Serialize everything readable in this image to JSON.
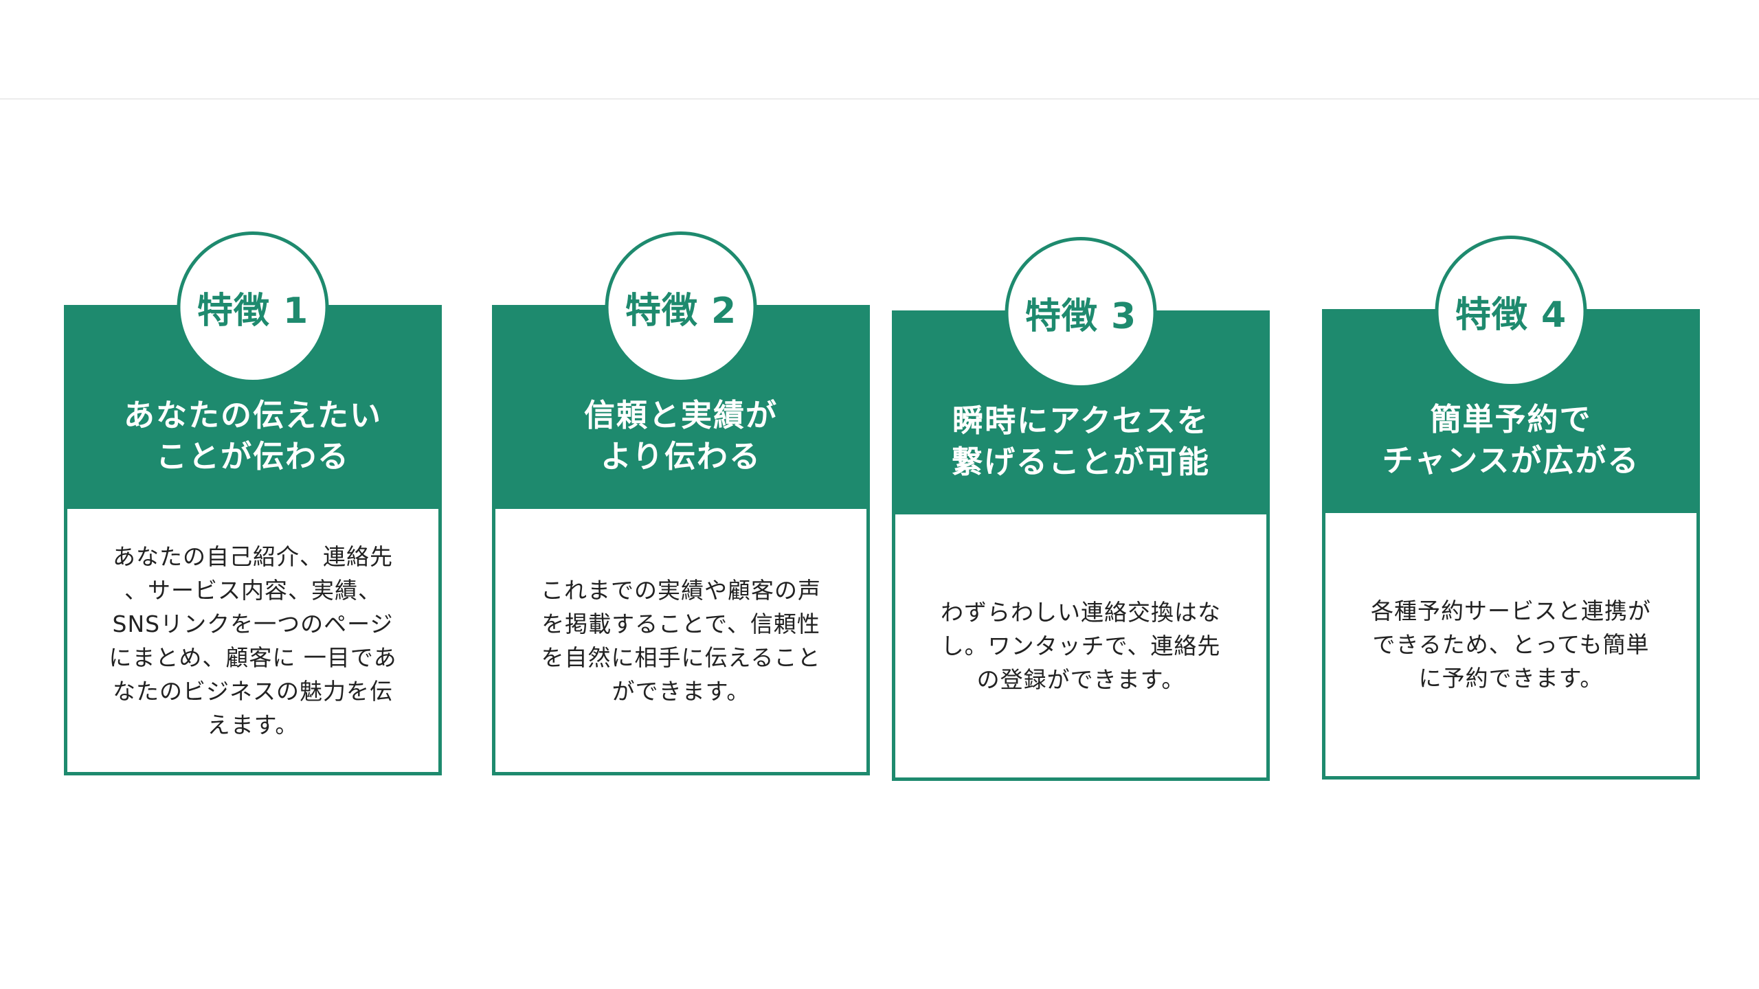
{
  "features": [
    {
      "badge": "特徴 1",
      "title": "あなたの伝えたい\nことが伝わる",
      "description": "あなたの自己紹介、連絡先\n、サービス内容、実績、\nSNSリンクを一つのページ\nにまとめ、顧客に 一目であ\nなたのビジネスの魅力を伝\nえます。"
    },
    {
      "badge": "特徴 2",
      "title": "信頼と実績が\nより伝わる",
      "description": "これまでの実績や顧客の声\nを掲載することで、信頼性\nを自然に相手に伝えること\nができます。"
    },
    {
      "badge": "特徴 3",
      "title": "瞬時にアクセスを\n繋げることが可能",
      "description": "わずらわしい連絡交換はな\nし。ワンタッチで、連絡先\nの登録ができます。"
    },
    {
      "badge": "特徴 4",
      "title": "簡単予約で\nチャンスが広がる",
      "description": "各種予約サービスと連携が\nできるため、とっても簡単\nに予約できます。"
    }
  ],
  "colors": {
    "accent": "#1e8a6e",
    "text": "#222222",
    "background": "#ffffff"
  }
}
